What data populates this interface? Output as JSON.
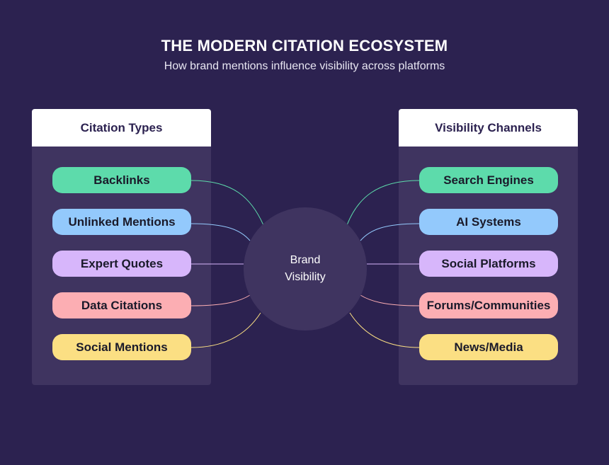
{
  "title": "THE MODERN CITATION ECOSYSTEM",
  "subtitle": "How brand mentions influence visibility across platforms",
  "hub_label": "Brand Visibility",
  "left_panel": {
    "heading": "Citation Types",
    "items": [
      {
        "label": "Backlinks",
        "color": "#5ddbab"
      },
      {
        "label": "Unlinked Mentions",
        "color": "#93c9fc"
      },
      {
        "label": "Expert Quotes",
        "color": "#d7b6fb"
      },
      {
        "label": "Data Citations",
        "color": "#fcaeb3"
      },
      {
        "label": "Social Mentions",
        "color": "#fbdf83"
      }
    ]
  },
  "right_panel": {
    "heading": "Visibility Channels",
    "items": [
      {
        "label": "Search Engines",
        "color": "#5ddbab"
      },
      {
        "label": "AI Systems",
        "color": "#93c9fc"
      },
      {
        "label": "Social Platforms",
        "color": "#d7b6fb"
      },
      {
        "label": "Forums/Communities",
        "color": "#fcaeb3"
      },
      {
        "label": "News/Media",
        "color": "#fbdf83"
      }
    ]
  }
}
